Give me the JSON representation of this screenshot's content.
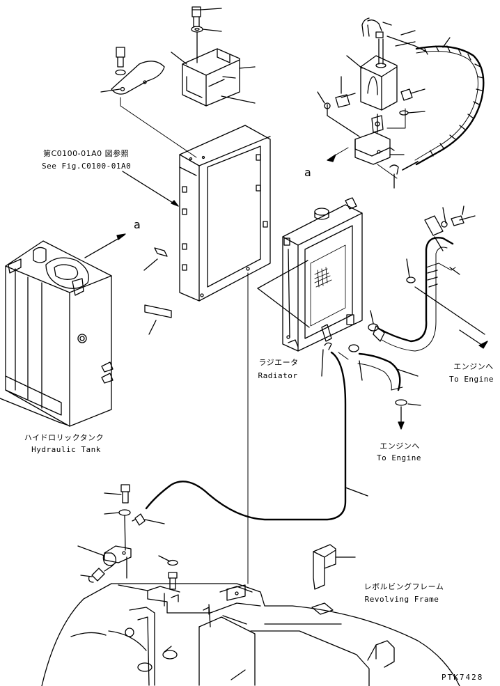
{
  "labels": {
    "ref_jp": "第C0100-01A0 図参照",
    "ref_en": "See Fig.C0100-01A0",
    "marker_a": "a",
    "hydraulic_tank_jp": "ハイドロリックタンク",
    "hydraulic_tank_en": "Hydraulic Tank",
    "radiator_jp": "ラジエータ",
    "radiator_en": "Radiator",
    "to_engine_jp": "エンジンへ",
    "to_engine_en": "To Engine",
    "revolving_frame_jp": "レボルビングフレーム",
    "revolving_frame_en": "Revolving Frame",
    "drawing_code": "PTK7428"
  }
}
